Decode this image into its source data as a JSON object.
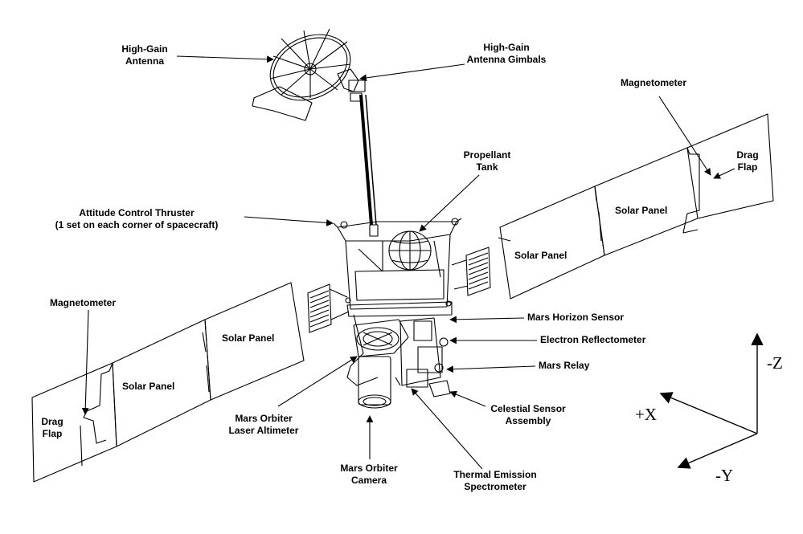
{
  "labels": {
    "high_gain_antenna": [
      "High-Gain",
      "Antenna"
    ],
    "high_gain_antenna_gimbals": [
      "High-Gain",
      "Antenna Gimbals"
    ],
    "magnetometer_right": "Magnetometer",
    "magnetometer_left": "Magnetometer",
    "drag_flap_right": [
      "Drag",
      "Flap"
    ],
    "drag_flap_left": [
      "Drag",
      "Flap"
    ],
    "propellant_tank": [
      "Propellant",
      "Tank"
    ],
    "attitude_control_thruster": [
      "Attitude Control Thruster",
      "(1 set on each corner of spacecraft)"
    ],
    "solar_panel_right_inner": "Solar Panel",
    "solar_panel_right_outer": "Solar Panel",
    "solar_panel_left_inner": "Solar Panel",
    "solar_panel_left_outer": "Solar Panel",
    "mars_horizon_sensor": "Mars Horizon Sensor",
    "electron_reflectometer": "Electron Reflectometer",
    "mars_relay": "Mars Relay",
    "celestial_sensor_assembly": [
      "Celestial Sensor",
      "Assembly"
    ],
    "mars_orbiter_laser_altimeter": [
      "Mars Orbiter",
      "Laser Altimeter"
    ],
    "mars_orbiter_camera": [
      "Mars Orbiter",
      "Camera"
    ],
    "thermal_emission_spectrometer": [
      "Thermal Emission",
      "Spectrometer"
    ]
  },
  "axes": {
    "z": "-Z",
    "x": "+X",
    "y": "-Y"
  },
  "colors": {
    "ink": "#000000",
    "background": "#ffffff"
  }
}
